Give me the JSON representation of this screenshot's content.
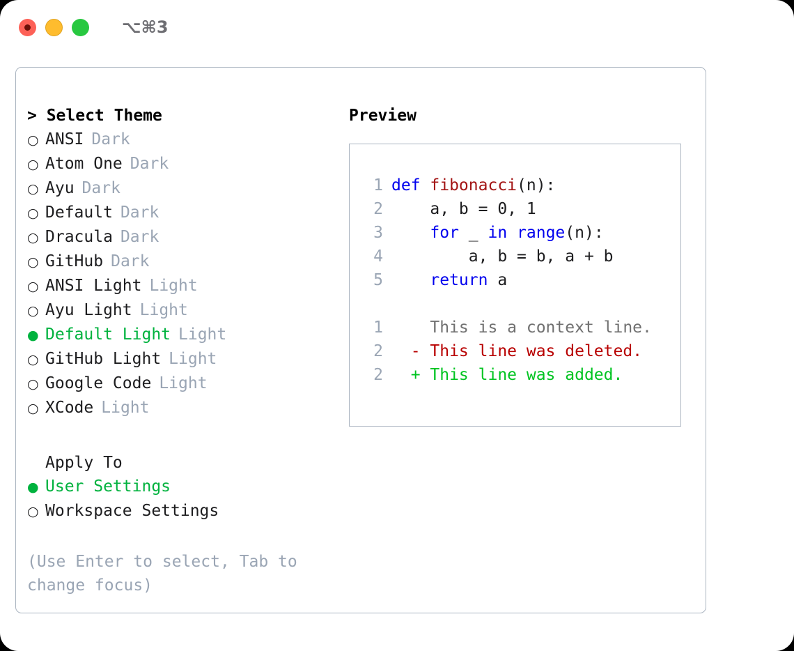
{
  "titlebar": {
    "shortcut": "⌥⌘3",
    "lights": [
      {
        "name": "close",
        "color": "#fd6157"
      },
      {
        "name": "minimize",
        "color": "#febc2e"
      },
      {
        "name": "maximize",
        "color": "#28c840"
      }
    ]
  },
  "colors": {
    "accent_green": "#00b23e",
    "muted_gray": "#9aa5b4",
    "border": "#aab4c0",
    "keyword_blue": "#0000ee",
    "function_red": "#a31515",
    "diff_add_green": "#00c421",
    "diff_del_red": "#b80000"
  },
  "theme_panel": {
    "title": "> Select Theme",
    "items": [
      {
        "marker": "○",
        "name": "ANSI",
        "tag": "Dark",
        "selected": false
      },
      {
        "marker": "○",
        "name": "Atom One",
        "tag": "Dark",
        "selected": false
      },
      {
        "marker": "○",
        "name": "Ayu",
        "tag": "Dark",
        "selected": false
      },
      {
        "marker": "○",
        "name": "Default",
        "tag": "Dark",
        "selected": false
      },
      {
        "marker": "○",
        "name": "Dracula",
        "tag": "Dark",
        "selected": false
      },
      {
        "marker": "○",
        "name": "GitHub",
        "tag": "Dark",
        "selected": false
      },
      {
        "marker": "○",
        "name": "ANSI Light",
        "tag": "Light",
        "selected": false
      },
      {
        "marker": "○",
        "name": "Ayu Light",
        "tag": "Light",
        "selected": false
      },
      {
        "marker": "●",
        "name": "Default Light",
        "tag": "Light",
        "selected": true
      },
      {
        "marker": "○",
        "name": "GitHub Light",
        "tag": "Light",
        "selected": false
      },
      {
        "marker": "○",
        "name": "Google Code",
        "tag": "Light",
        "selected": false
      },
      {
        "marker": "○",
        "name": "XCode",
        "tag": "Light",
        "selected": false
      }
    ]
  },
  "apply_to": {
    "title": "Apply To",
    "items": [
      {
        "marker": "●",
        "name": "User Settings",
        "selected": true
      },
      {
        "marker": "○",
        "name": "Workspace Settings",
        "selected": false
      }
    ]
  },
  "hint": "(Use Enter to select, Tab to change focus)",
  "preview": {
    "title": "Preview",
    "code_lines": [
      {
        "no": "1",
        "tokens": [
          {
            "t": "def ",
            "c": "kw"
          },
          {
            "t": "fibonacci",
            "c": "fn"
          },
          {
            "t": "(n):",
            "c": "plain"
          }
        ]
      },
      {
        "no": "2",
        "tokens": [
          {
            "t": "    a, b = 0, 1",
            "c": "plain"
          }
        ]
      },
      {
        "no": "3",
        "tokens": [
          {
            "t": "    ",
            "c": "plain"
          },
          {
            "t": "for",
            "c": "kw"
          },
          {
            "t": " _ ",
            "c": "plain"
          },
          {
            "t": "in",
            "c": "kw"
          },
          {
            "t": " ",
            "c": "plain"
          },
          {
            "t": "range",
            "c": "kw"
          },
          {
            "t": "(n):",
            "c": "plain"
          }
        ]
      },
      {
        "no": "4",
        "tokens": [
          {
            "t": "        a, b = b, a + b",
            "c": "plain"
          }
        ]
      },
      {
        "no": "5",
        "tokens": [
          {
            "t": "    ",
            "c": "plain"
          },
          {
            "t": "return",
            "c": "kw"
          },
          {
            "t": " a",
            "c": "plain"
          }
        ]
      }
    ],
    "diff_lines": [
      {
        "no": "1",
        "sign": "  ",
        "text": "This is a context line.",
        "kind": "ctx"
      },
      {
        "no": "2",
        "sign": "- ",
        "text": "This line was deleted.",
        "kind": "del"
      },
      {
        "no": "2",
        "sign": "+ ",
        "text": "This line was added.",
        "kind": "add"
      }
    ]
  }
}
